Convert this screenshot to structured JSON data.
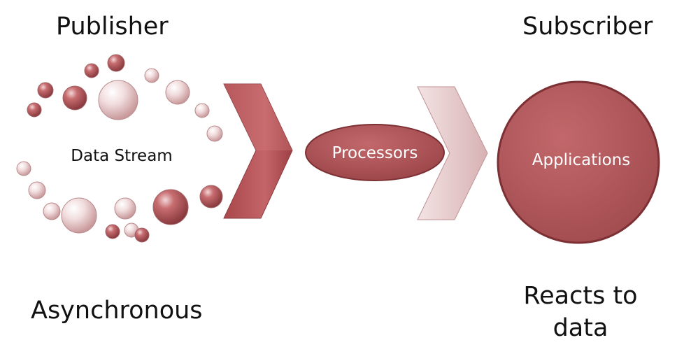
{
  "labels": {
    "publisher": "Publisher",
    "subscriber": "Subscriber",
    "asynchronous": "Asynchronous",
    "reacts_line1": "Reacts to",
    "reacts_line2": "data"
  },
  "nodes": {
    "data_stream": "Data Stream",
    "processors": "Processors",
    "applications": "Applications"
  },
  "colors": {
    "accent": "#b5585a",
    "accent_dark": "#8f3f42",
    "light": "#e8cccd",
    "text": "#111111"
  }
}
